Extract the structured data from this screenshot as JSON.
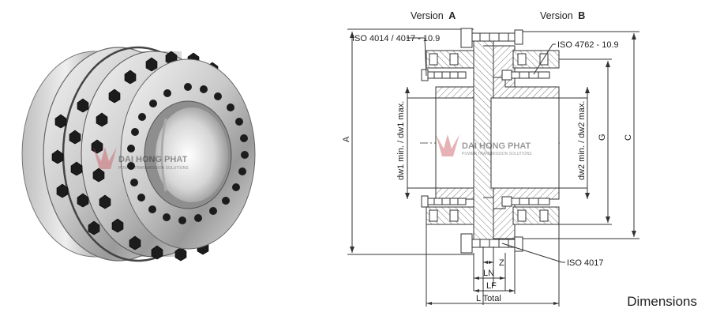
{
  "diagram": {
    "version_a_label": "Version",
    "version_a_letter": "A",
    "version_b_label": "Version",
    "version_b_letter": "B",
    "bolt_standard_a": "ISO 4014 / 4017 - 10.9",
    "bolt_standard_b": "ISO 4762  - 10.9",
    "bolt_standard_bottom": "ISO 4017",
    "dim_a": "A",
    "dim_g": "G",
    "dim_c": "C",
    "dim_dw1": "dw1 min. / dw1 max.",
    "dim_dw2": "dw2 min. / dw2 max.",
    "dim_z": "Z",
    "dim_ln": "LN",
    "dim_lf": "LF",
    "dim_ltotal": "L Total",
    "watermark_brand": "DAI HONG PHAT",
    "watermark_tagline": "POWER TRANSMISSION SOLUTIONS"
  },
  "caption": "Dimensions"
}
